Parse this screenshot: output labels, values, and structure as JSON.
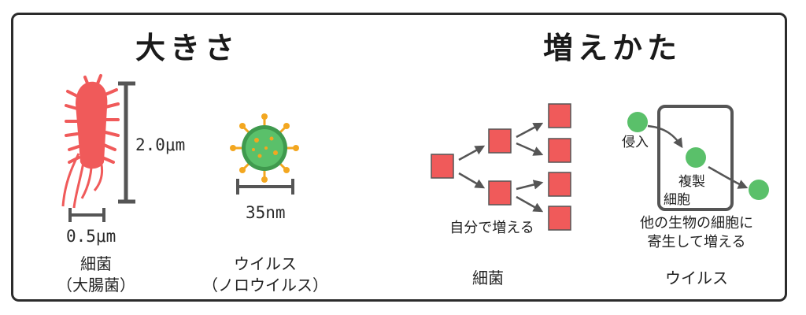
{
  "size_section": {
    "title": "大きさ",
    "bacteria": {
      "height_label": "2.0μm",
      "width_label": "0.5μm",
      "name": "細菌",
      "example": "（大腸菌）"
    },
    "virus": {
      "width_label": "35nm",
      "name": "ウイルス",
      "example": "（ノロウイルス）"
    }
  },
  "growth_section": {
    "title": "増えかた",
    "bacteria": {
      "caption": "自分で増える",
      "name": "細菌"
    },
    "virus": {
      "step_invade": "侵入",
      "step_replicate": "複製",
      "host_label": "細胞",
      "caption_line1": "他の生物の細胞に",
      "caption_line2": "寄生して増える",
      "name": "ウイルス"
    }
  },
  "colors": {
    "bacteria": "#f05a5a",
    "virus": "#5ac06a",
    "spike": "#f3a720",
    "ink": "#555555"
  }
}
